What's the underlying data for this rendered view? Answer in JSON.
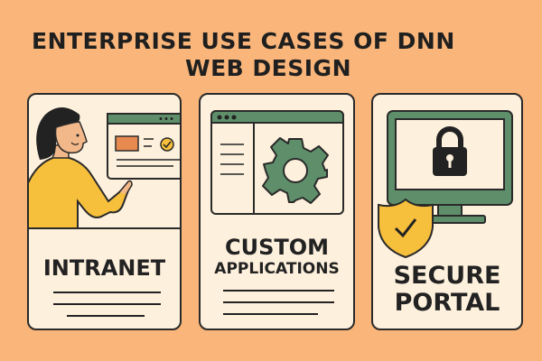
{
  "title": {
    "line1": "ENTERPRISE USE CASES OF DNN",
    "line2": "WEB DESIGN"
  },
  "cards": [
    {
      "label": "INTRANET",
      "icon": "person-pointing-at-browser"
    },
    {
      "label_line1": "CUSTOM",
      "label_line2": "APPLICATIONS",
      "icon": "gear-in-window"
    },
    {
      "label_line1": "SECURE",
      "label_line2": "PORTAL",
      "icon": "lock-monitor-shield"
    }
  ],
  "colors": {
    "background": "#F9B57A",
    "card": "#FDF0DC",
    "green": "#5E8F6A",
    "yellow": "#F6BF3C",
    "orange": "#E8894F"
  }
}
